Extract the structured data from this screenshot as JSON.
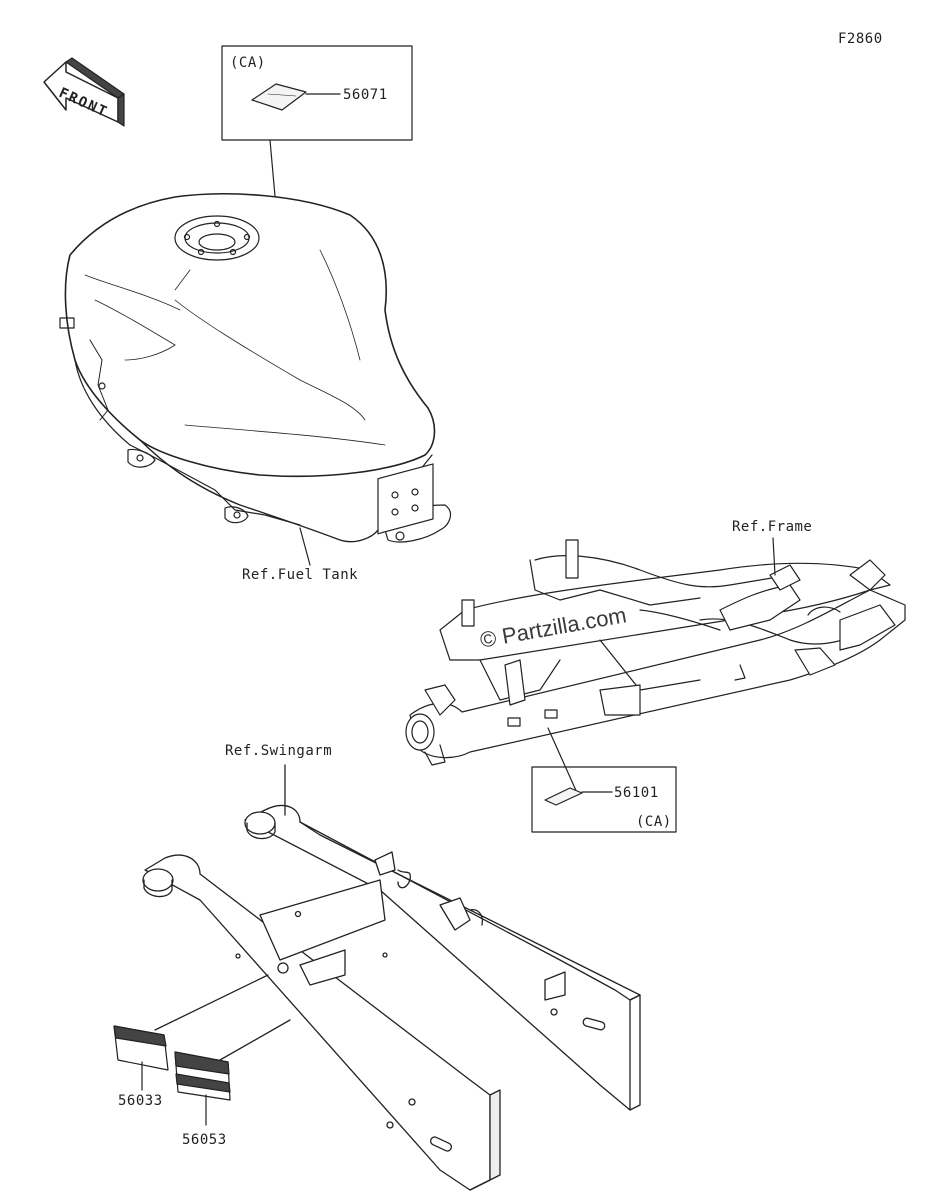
{
  "diagram": {
    "figure_code": "F2860",
    "front_arrow_text": "FRONT",
    "watermark": "© Partzilla.com",
    "callouts": {
      "tank_label_region": "(CA)",
      "tank_label_part": "56071",
      "frame_label_part": "56101",
      "frame_label_region": "(CA)",
      "swingarm_label_a": "56033",
      "swingarm_label_b": "56053"
    },
    "references": {
      "fuel_tank": "Ref.Fuel Tank",
      "frame": "Ref.Frame",
      "swingarm": "Ref.Swingarm"
    }
  }
}
